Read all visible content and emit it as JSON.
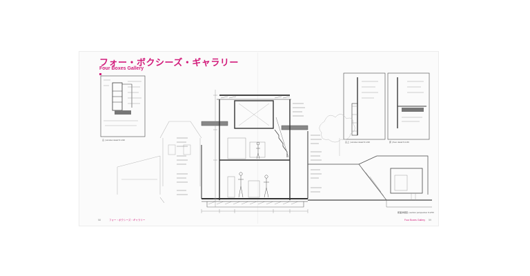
{
  "page": {
    "title_jp": "フォー・ボクシーズ・ギャラリー",
    "title_en": "Four Boxes Gallery"
  },
  "footer": {
    "left_page": "58",
    "left_label": "フォー・ボクシーズ・ギャラリー",
    "right_label": "Four Boxes Gallery",
    "right_page": "59"
  },
  "details": {
    "left_caption": "窓 | window detail S:1/20",
    "top_right_a_caption": "窓上 | window detail S:1/20",
    "top_right_b_caption": "床 | floor detail S:1/20",
    "right_bottom_caption": "断面詳細図 | section perspective S:1/50"
  },
  "colors": {
    "accent": "#d21a7a",
    "line": "#3a3a3a",
    "light_line": "#9a9a9a"
  }
}
